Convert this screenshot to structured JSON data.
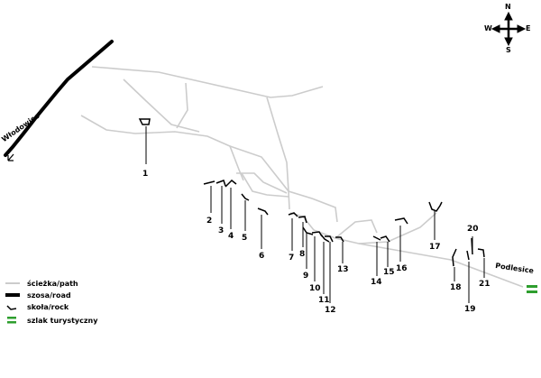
{
  "towns": {
    "wlodowice": "Włodowice",
    "podlesice": "Podlesice"
  },
  "compass": {
    "n": "N",
    "s": "S",
    "w": "W",
    "e": "E"
  },
  "legend": [
    {
      "icon": "path-line-icon",
      "label": "ścieżka/path"
    },
    {
      "icon": "road-line-icon",
      "label": "szosa/road"
    },
    {
      "icon": "rock-symbol-icon",
      "label": "skoła/rock"
    },
    {
      "icon": "trail-marker-icon",
      "label": "szlak turystyczny"
    }
  ],
  "rocks": [
    "1",
    "2",
    "3",
    "4",
    "5",
    "6",
    "7",
    "8",
    "9",
    "10",
    "11",
    "12",
    "13",
    "14",
    "15",
    "16",
    "17",
    "18",
    "19",
    "20",
    "21"
  ],
  "colors": {
    "path": "#cccccc",
    "road": "#000000",
    "trail": "#2e9e2e"
  }
}
